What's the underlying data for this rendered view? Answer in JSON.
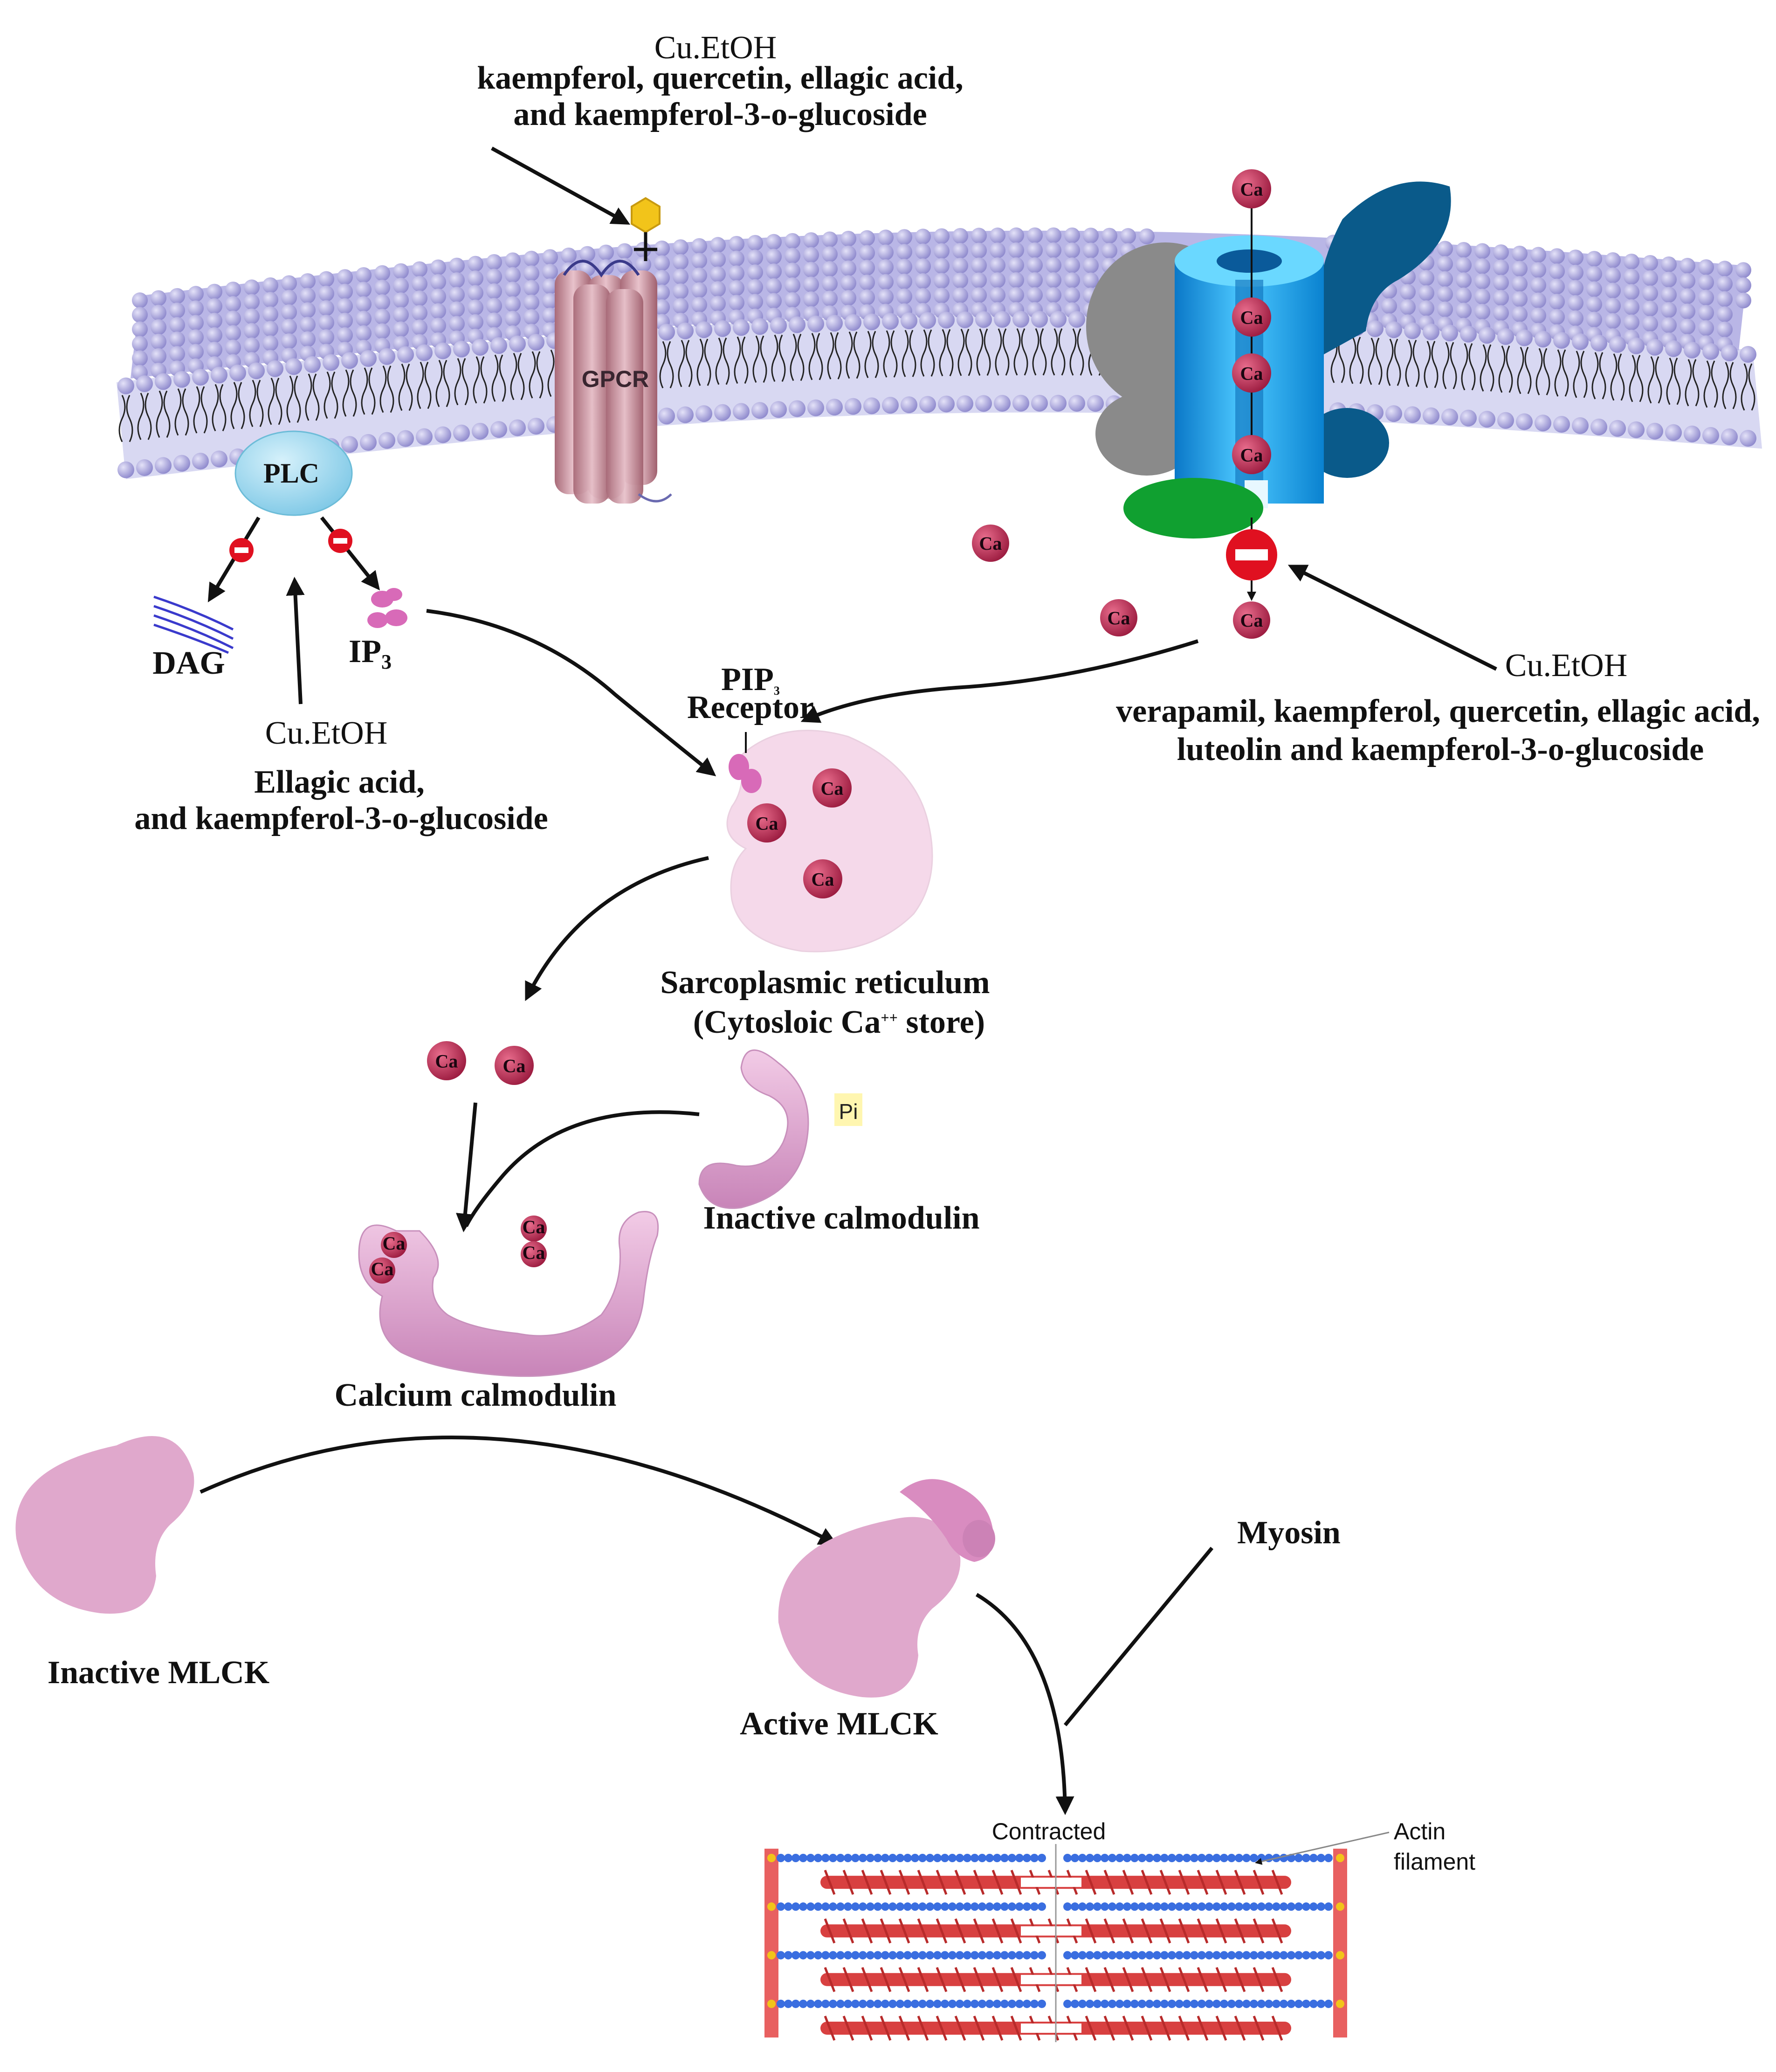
{
  "colors": {
    "lipid_head": "#a8a4dc",
    "membrane_face": "#d8d8f2",
    "plc": "#9fd8f0",
    "gpcr": "#c9929e",
    "ca_channel": "#1aa0e6",
    "calcium": "#c8345a",
    "calmodulin": "#e2a8d4",
    "mlck": "#e0a8cc",
    "sr": "#f5d9ea",
    "actin": "#3a6ee0",
    "myosin": "#d84040",
    "inhibit": "#e01020",
    "dark_blue_protein": "#0a5a8a",
    "gray_protein": "#8a8a8a",
    "green_protein": "#10a030",
    "ligand": "#f2c41a"
  },
  "labels": {
    "cueth_top": "Cu.EtOH",
    "top_line1": "kaempferol, quercetin, ellagic acid,",
    "top_line2": "and kaempferol-3-o-glucoside",
    "gpcr": "GPCR",
    "plc": "PLC",
    "dag": "DAG",
    "ip3": "IP",
    "ip3_sub": "3",
    "cueth_left": "Cu.EtOH",
    "left_line1": "Ellagic acid,",
    "left_line2": "and kaempferol-3-o-glucoside",
    "cueth_right": "Cu.EtOH",
    "right_line1": "verapamil, kaempferol, quercetin, ellagic acid,",
    "right_line2": "luteolin and kaempferol-3-o-glucoside",
    "pip3": "PIP",
    "pip3_sub": "3",
    "receptor": "Receptor",
    "sr_title": "Sarcoplasmic reticulum",
    "sr_sub_a": "(Cytosloic Ca",
    "sr_sub_sup": "++",
    "sr_sub_b": " store)",
    "pi": "Pi",
    "inactive_calmodulin": "Inactive calmodulin",
    "calcium_calmodulin": "Calcium calmodulin",
    "inactive_mlck": "Inactive MLCK",
    "active_mlck": "Active MLCK",
    "myosin": "Myosin",
    "contracted": "Contracted",
    "actin_line1": "Actin",
    "actin_line2": "filament",
    "ca": "Ca"
  }
}
